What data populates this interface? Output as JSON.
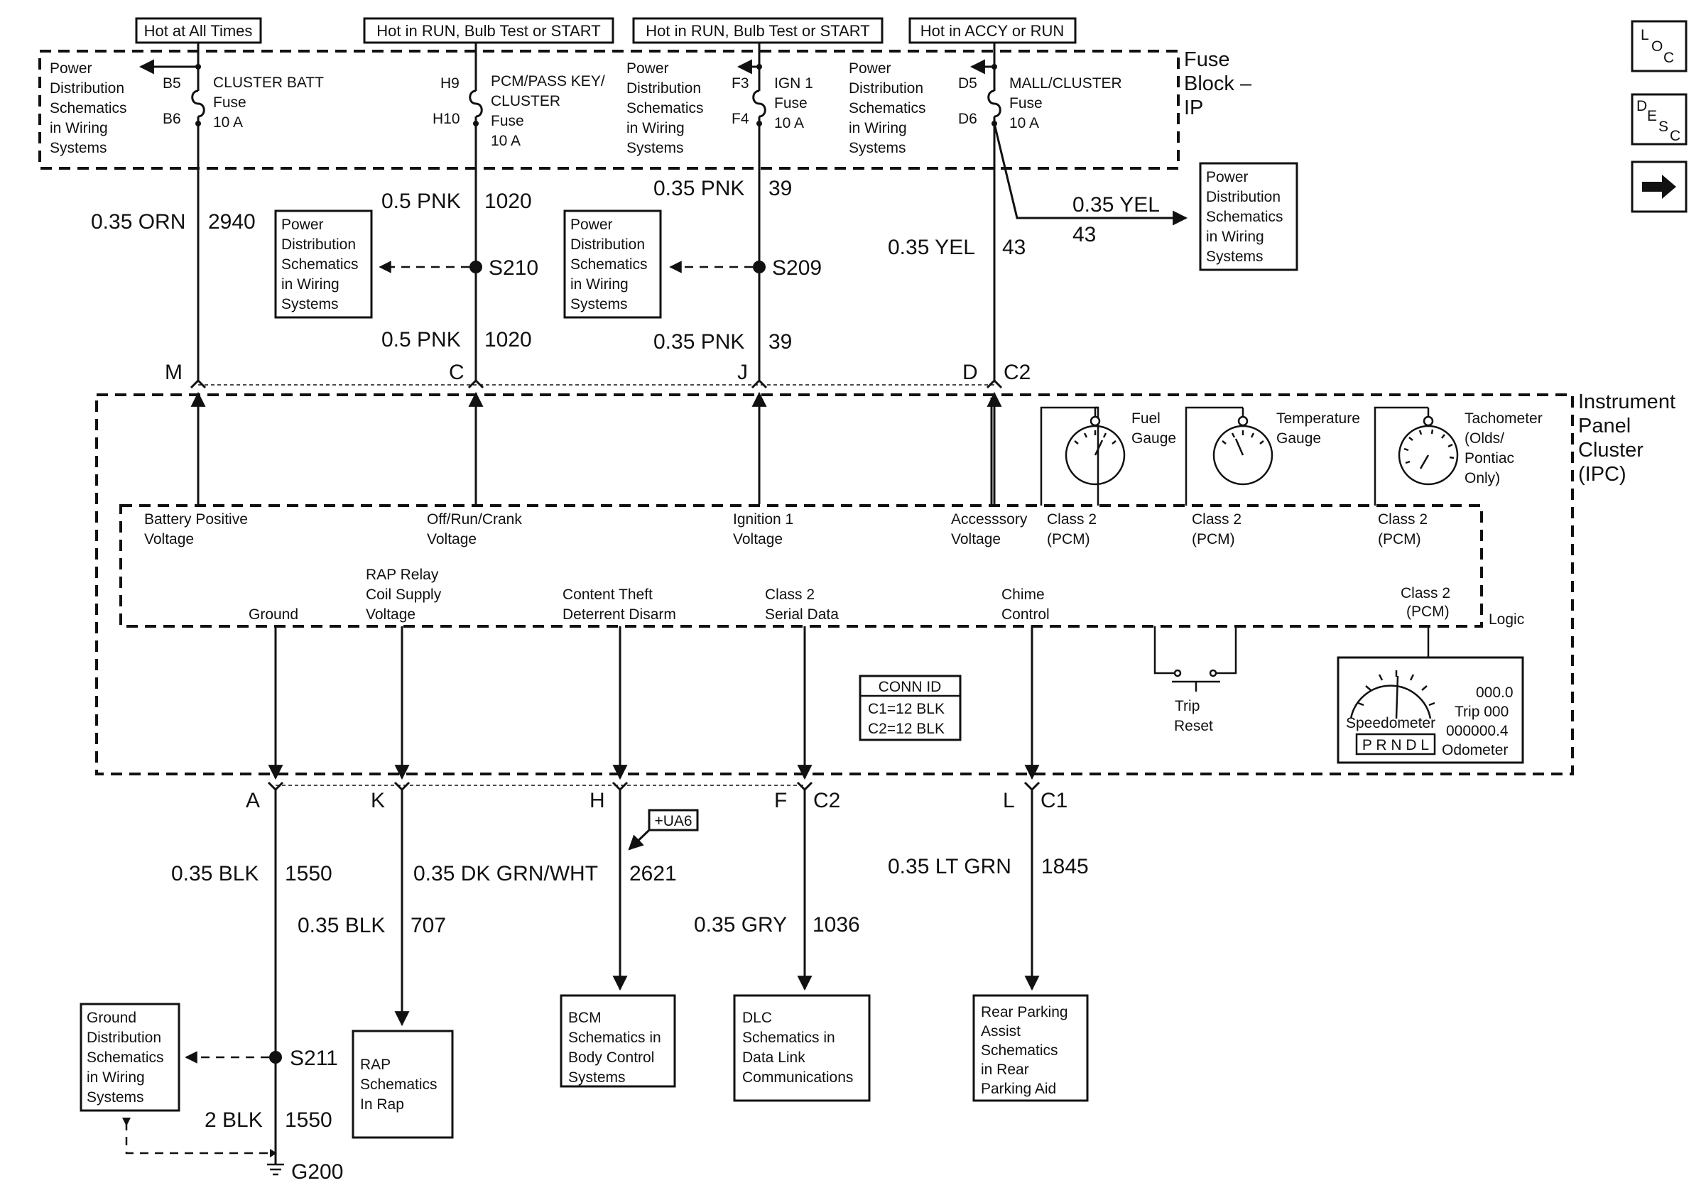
{
  "hot_labels": [
    "Hot at All Times",
    "Hot in RUN, Bulb Test or START",
    "Hot in RUN, Bulb Test or START",
    "Hot in ACCY or RUN"
  ],
  "fuse_block": {
    "title_line1": "Fuse",
    "title_line2": "Block –",
    "title_line3": "IP"
  },
  "pds_lines": [
    "Power",
    "Distribution",
    "Schematics",
    "in Wiring",
    "Systems"
  ],
  "fuses": [
    {
      "pin_top": "B5",
      "pin_bottom": "B6",
      "name": [
        "CLUSTER BATT",
        "Fuse",
        "10 A"
      ]
    },
    {
      "pin_top": "H9",
      "pin_bottom": "H10",
      "name": [
        "PCM/PASS KEY/",
        "CLUSTER",
        "Fuse",
        "10 A"
      ]
    },
    {
      "pin_top": "F3",
      "pin_bottom": "F4",
      "name": [
        "IGN 1",
        "Fuse",
        "10 A"
      ]
    },
    {
      "pin_top": "D5",
      "pin_bottom": "D6",
      "name": [
        "MALL/CLUSTER",
        "Fuse",
        "10 A"
      ]
    }
  ],
  "upper_wires": [
    {
      "size": "0.35 ORN",
      "circuit": "2940"
    },
    {
      "size_upper": "0.5 PNK",
      "circuit_upper": "1020",
      "splice": "S210",
      "size_lower": "0.5 PNK",
      "circuit_lower": "1020"
    },
    {
      "size_upper": "0.35 PNK",
      "circuit_upper": "39",
      "splice": "S209",
      "size_lower": "0.35 PNK",
      "circuit_lower": "39"
    },
    {
      "size": "0.35 YEL",
      "circuit": "43",
      "branch_size": "0.35 YEL",
      "branch_circuit": "43"
    }
  ],
  "upper_connector": {
    "pins": [
      "M",
      "C",
      "J",
      "D"
    ],
    "id": "C2"
  },
  "ipc": {
    "title": [
      "Instrument",
      "Panel",
      "Cluster",
      "(IPC)"
    ],
    "inputs": [
      [
        "Battery Positive",
        "Voltage"
      ],
      [
        "Off/Run/Crank",
        "Voltage"
      ],
      [
        "Ignition 1",
        "Voltage"
      ],
      [
        "Accesssory",
        "Voltage"
      ]
    ],
    "gauges": [
      {
        "label": [
          "Fuel",
          "Gauge"
        ],
        "class": [
          "Class 2",
          "(PCM)"
        ]
      },
      {
        "label": [
          "Temperature",
          "Gauge"
        ],
        "class": [
          "Class 2",
          "(PCM)"
        ]
      },
      {
        "label": [
          "Tachometer",
          "(Olds/",
          "Pontiac",
          "Only)"
        ],
        "class": [
          "Class 2",
          "(PCM)"
        ]
      }
    ],
    "outputs": [
      [
        "Ground"
      ],
      [
        "RAP Relay",
        "Coil Supply",
        "Voltage"
      ],
      [
        "Content Theft",
        "Deterrent Disarm"
      ],
      [
        "Class 2",
        "Serial Data"
      ],
      [
        "Chime",
        "Control"
      ]
    ],
    "logic_class": [
      "Class 2",
      "(PCM)"
    ],
    "logic": "Logic",
    "trip_reset": [
      "Trip",
      "Reset"
    ],
    "conn_id": {
      "title": "CONN ID",
      "c1": "C1=12 BLK",
      "c2": "C2=12 BLK"
    },
    "display": {
      "speedometer": "Speedometer",
      "prndl": "P R N D L",
      "speed": "000.0",
      "trip": "Trip 000",
      "odo_value": "000000.4",
      "odometer": "Odometer"
    }
  },
  "lower_connector": {
    "pins": [
      "A",
      "K",
      "H",
      "F",
      "L"
    ],
    "id_f": "C2",
    "id_l": "C1"
  },
  "lower_wires": [
    {
      "size": "0.35 BLK",
      "circuit": "1550"
    },
    {
      "size": "0.35 BLK",
      "circuit": "707"
    },
    {
      "size": "0.35 DK GRN/WHT",
      "circuit": "2621",
      "option": "+UA6"
    },
    {
      "size": "0.35 GRY",
      "circuit": "1036"
    },
    {
      "size": "0.35 LT GRN",
      "circuit": "1845"
    }
  ],
  "ground": {
    "splice": "S211",
    "size": "2 BLK",
    "circuit": "1550",
    "point": "G200",
    "gds": [
      "Ground",
      "Distribution",
      "Schematics",
      "in Wiring",
      "Systems"
    ]
  },
  "destinations": [
    [
      "RAP",
      "Schematics",
      "In Rap"
    ],
    [
      "BCM",
      "Schematics in",
      "Body Control",
      "Systems"
    ],
    [
      "DLC",
      "Schematics in",
      "Data Link",
      "Communications"
    ],
    [
      "Rear Parking",
      "Assist",
      "Schematics",
      "in Rear",
      "Parking Aid"
    ]
  ],
  "nav": {
    "loc": [
      "L",
      "O",
      "C"
    ],
    "desc": [
      "D",
      "E",
      "S",
      "C"
    ]
  }
}
